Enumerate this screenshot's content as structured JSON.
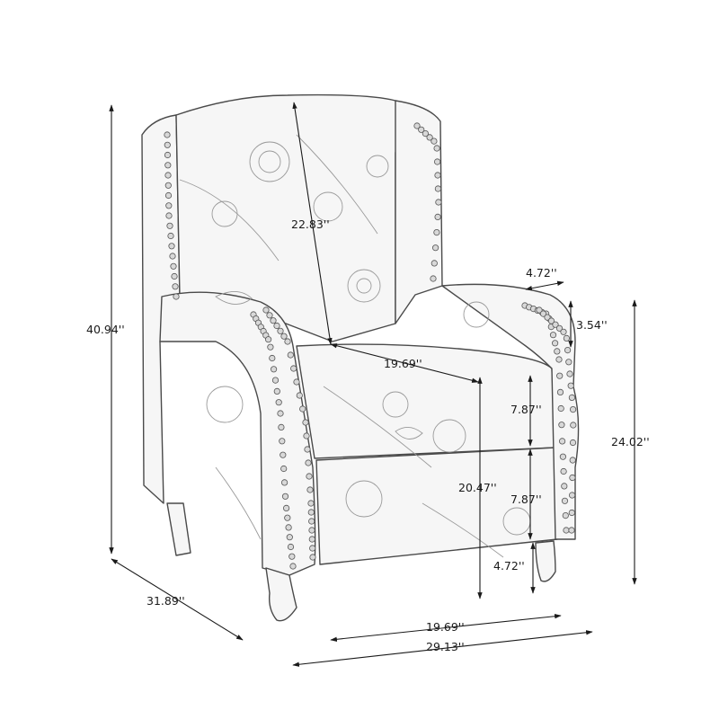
{
  "dimensions": {
    "overall_height": "40.94''",
    "overall_depth": "31.89''",
    "backrest_height": "22.83''",
    "seat_depth": "19.69''",
    "arm_width": "4.72''",
    "arm_height": "3.54''",
    "arm_floor_height": "24.02''",
    "cushion_thickness": "7.87''",
    "seat_floor_height": "20.47''",
    "front_rail_height": "7.87''",
    "leg_height": "4.72''",
    "seat_width": "19.69''",
    "overall_width": "29.13''"
  }
}
